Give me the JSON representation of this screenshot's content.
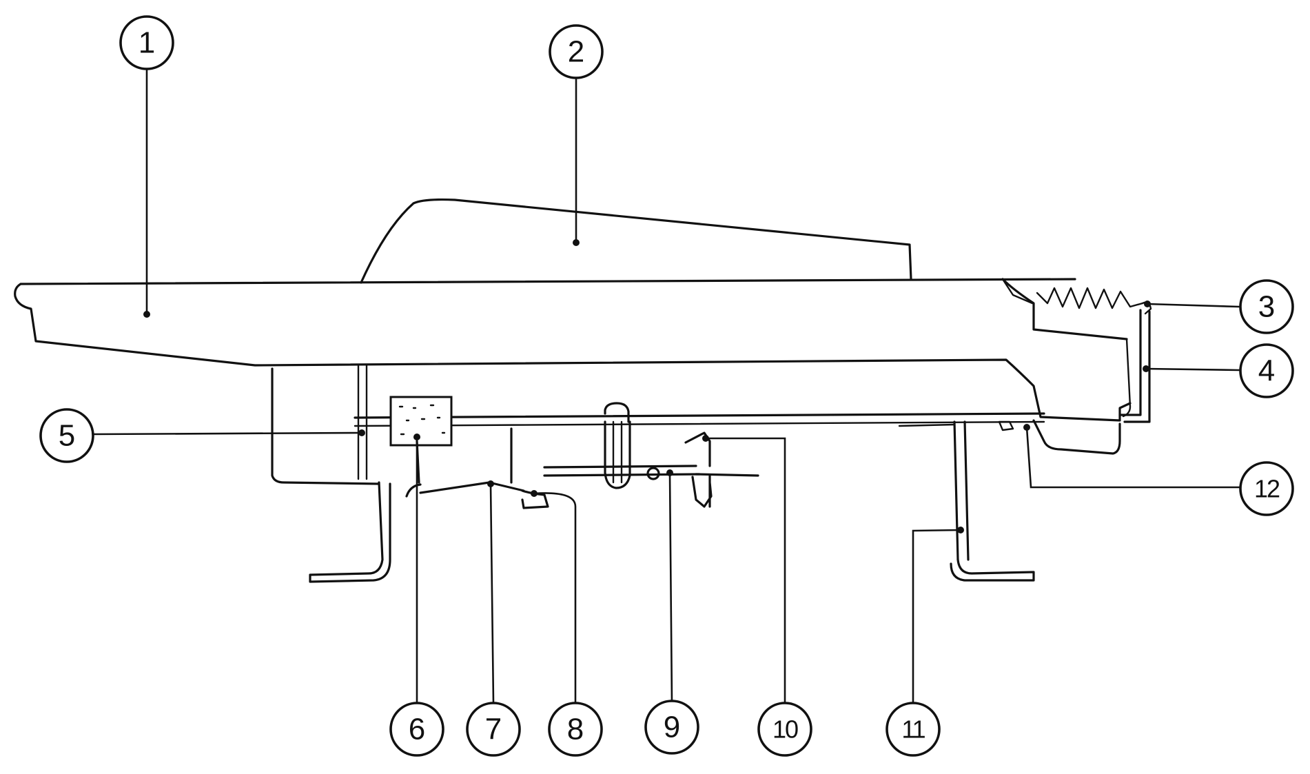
{
  "callouts": [
    {
      "id": "1",
      "label": "1"
    },
    {
      "id": "2",
      "label": "2"
    },
    {
      "id": "3",
      "label": "3"
    },
    {
      "id": "4",
      "label": "4"
    },
    {
      "id": "5",
      "label": "5"
    },
    {
      "id": "6",
      "label": "6"
    },
    {
      "id": "7",
      "label": "7"
    },
    {
      "id": "8",
      "label": "8"
    },
    {
      "id": "9",
      "label": "9"
    },
    {
      "id": "10",
      "label": "10"
    },
    {
      "id": "11",
      "label": "11"
    },
    {
      "id": "12",
      "label": "12"
    }
  ],
  "colors": {
    "ink": "#111111",
    "background": "#ffffff"
  }
}
